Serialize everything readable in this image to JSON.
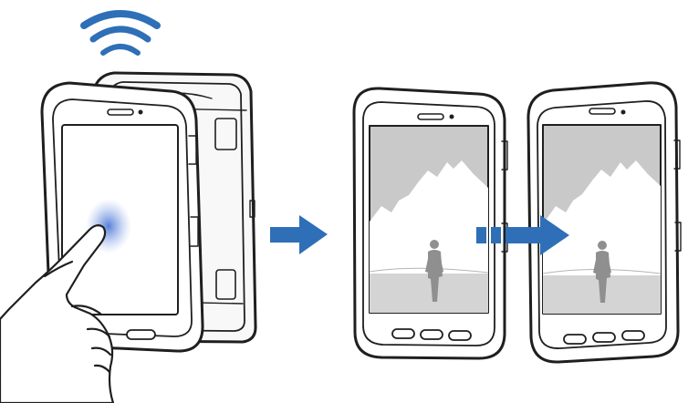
{
  "illustration": {
    "step_1": {
      "icons": [
        "wifi-signal-icon",
        "touch-point-icon",
        "finger-hand-icon"
      ],
      "devices": [
        "front-tablet",
        "rear-tablet"
      ]
    },
    "transition": {
      "icon": "right-arrow-icon"
    },
    "step_2": {
      "icons": [
        "transfer-arrow-icon",
        "photo-mountain-person-icon"
      ],
      "devices": [
        "left-tablet",
        "right-tablet"
      ]
    },
    "colors": {
      "outline": "#1f1f1f",
      "screen": "#c9c9c9",
      "accent_blue": "#2e6fb7",
      "touch_glow": "#5b86d9"
    }
  }
}
